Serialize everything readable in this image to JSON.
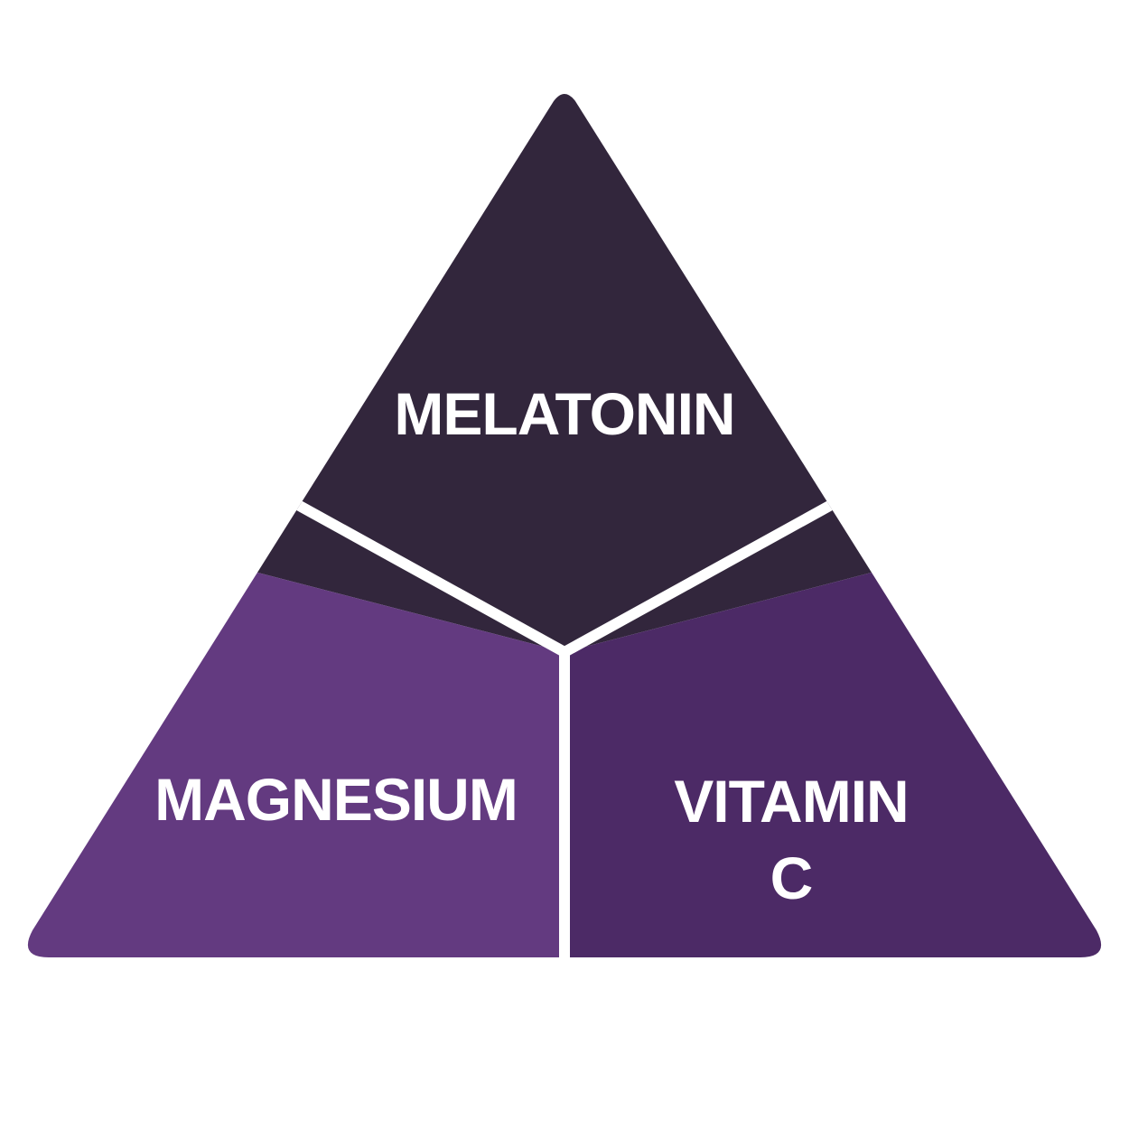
{
  "diagram": {
    "segments": {
      "top": {
        "label": "MELATONIN",
        "color": "#32263c"
      },
      "left": {
        "label": "MAGNESIUM",
        "color": "#633a80"
      },
      "right": {
        "label_line1": "VITAMIN",
        "label_line2": "C",
        "color": "#4c2a66"
      }
    },
    "divider_color": "#ffffff"
  }
}
